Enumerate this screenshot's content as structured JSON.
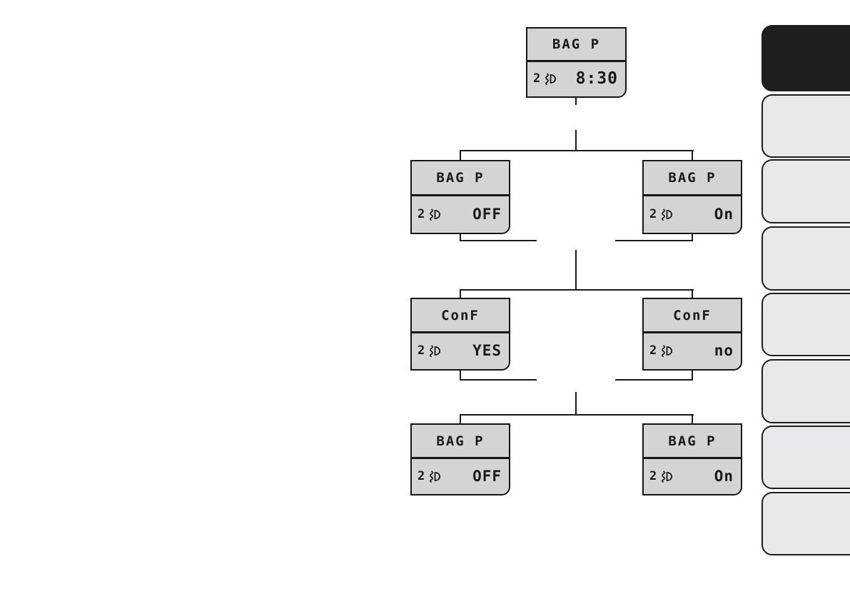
{
  "nodes": {
    "root": {
      "title": "BAG P",
      "value": "8:30"
    },
    "bagp_off_1": {
      "title": "BAG P",
      "value": "OFF"
    },
    "bagp_on_1": {
      "title": "BAG P",
      "value": "On"
    },
    "conf_yes": {
      "title": "ConF",
      "value": "YES"
    },
    "conf_no": {
      "title": "ConF",
      "value": "no"
    },
    "bagp_off_2": {
      "title": "BAG P",
      "value": "OFF"
    },
    "bagp_on_2": {
      "title": "BAG P",
      "value": "On"
    }
  },
  "display_icon": {
    "digit": "2",
    "symbol": "headlight-dimmer-icon"
  },
  "tab_strip": {
    "tab_count": 8,
    "active_tab_index": 0
  },
  "colors": {
    "display_fill": "#d4d4d4",
    "display_border": "#161616",
    "line": "#1a1a1a",
    "tab_fill": "#e9e9eb",
    "tab_border": "#1c1c1c",
    "tab_active_fill": "#201e1e",
    "page_bg": "#ffffff"
  }
}
